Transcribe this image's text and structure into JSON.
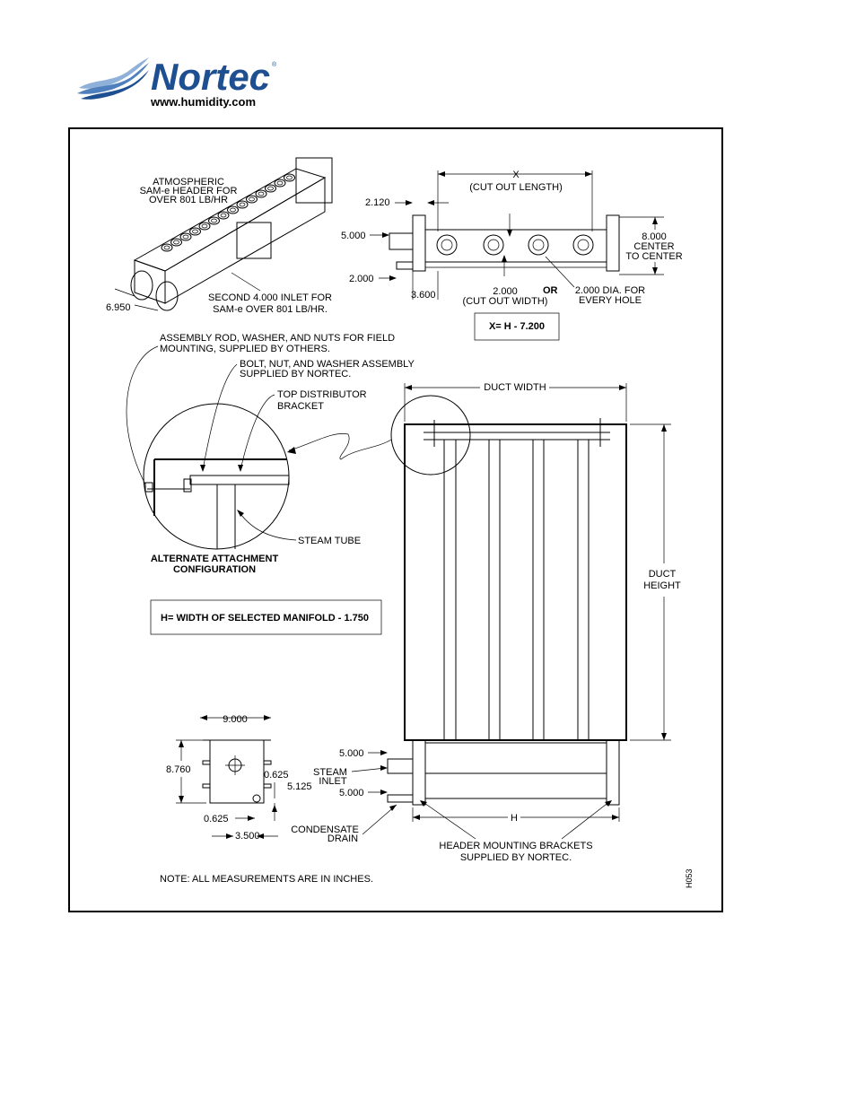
{
  "logo": {
    "brand": "Nortec",
    "registered": "®",
    "url": "www.humidity.com"
  },
  "header_3d": {
    "title_lines": [
      "ATMOSPHERIC",
      "SAM-e HEADER FOR",
      "OVER 801 LB/HR"
    ],
    "dim_6950": "6.950",
    "second_inlet_lines": [
      "SECOND 4.000 INLET FOR",
      "SAM-e OVER 801 LB/HR."
    ]
  },
  "top_view": {
    "x_label": "X",
    "cut_out_length": "(CUT OUT LENGTH)",
    "dim_2120": "2.120",
    "dim_5000": "5.000",
    "dim_2000_left": "2.000",
    "dim_3600": "3.600",
    "dim_2000_mid": "2.000",
    "cut_out_width": "(CUT OUT WIDTH)",
    "or_label": "OR",
    "hole_dia_lines": [
      "2.000 DIA. FOR",
      "EVERY HOLE"
    ],
    "center_lines": [
      "8.000",
      "CENTER",
      "TO CENTER"
    ],
    "formula_x": "X= H - 7.200"
  },
  "detail": {
    "assembly_rod_lines": [
      "ASSEMBLY ROD, WASHER, AND NUTS FOR FIELD",
      "MOUNTING, SUPPLIED BY OTHERS."
    ],
    "bolt_lines": [
      "BOLT, NUT, AND WASHER ASSEMBLY",
      "SUPPLIED BY NORTEC."
    ],
    "top_bracket_lines": [
      "TOP DISTRIBUTOR",
      "BRACKET"
    ],
    "steam_tube": "STEAM TUBE",
    "caption_lines": [
      "ALTERNATE ATTACHMENT",
      "CONFIGURATION"
    ],
    "formula_h": "H= WIDTH OF SELECTED MANIFOLD - 1.750"
  },
  "duct": {
    "duct_width": "DUCT WIDTH",
    "duct_height_lines": [
      "DUCT",
      "HEIGHT"
    ]
  },
  "bottom": {
    "dim_9000": "9.000",
    "dim_8760": "8.760",
    "dim_0625_a": "0.625",
    "dim_5125": "5.125",
    "dim_0625_b": "0.625",
    "dim_3500": "3.500",
    "dim_5000_a": "5.000",
    "dim_5000_b": "5.000",
    "steam_inlet_lines": [
      "STEAM",
      "INLET"
    ],
    "condensate_lines": [
      "CONDENSATE",
      "DRAIN"
    ],
    "h_label": "H",
    "header_brackets_lines": [
      "HEADER MOUNTING BRACKETS",
      "SUPPLIED BY NORTEC."
    ]
  },
  "note": "NOTE: ALL MEASUREMENTS ARE IN INCHES.",
  "drawing_code": "H053",
  "colors": {
    "logo_blue": "#1d4f91",
    "logo_wave_light": "#8fb0d8"
  }
}
